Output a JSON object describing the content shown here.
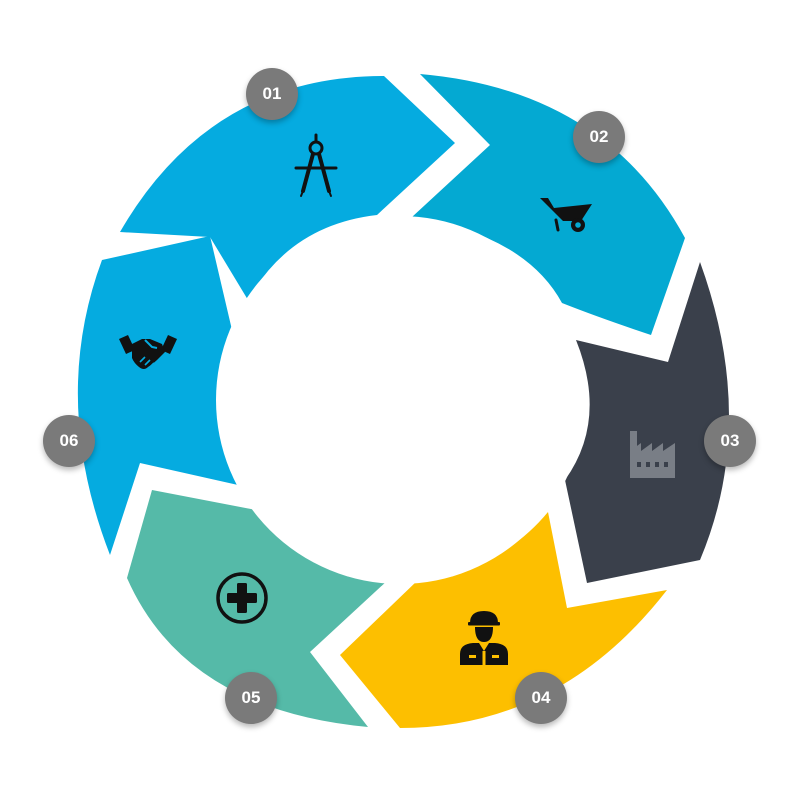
{
  "steps": [
    {
      "number": "01",
      "icon": "drafting-compass-icon",
      "color": "#05ABE0"
    },
    {
      "number": "02",
      "icon": "wheelbarrow-icon",
      "color": "#04A9D2"
    },
    {
      "number": "03",
      "icon": "factory-icon",
      "color": "#3A404B"
    },
    {
      "number": "04",
      "icon": "construction-worker-icon",
      "color": "#FDBF00"
    },
    {
      "number": "05",
      "icon": "medical-cross-icon",
      "color": "#55BAA8"
    },
    {
      "number": "06",
      "icon": "handshake-icon",
      "color": "#05ABE0"
    }
  ]
}
